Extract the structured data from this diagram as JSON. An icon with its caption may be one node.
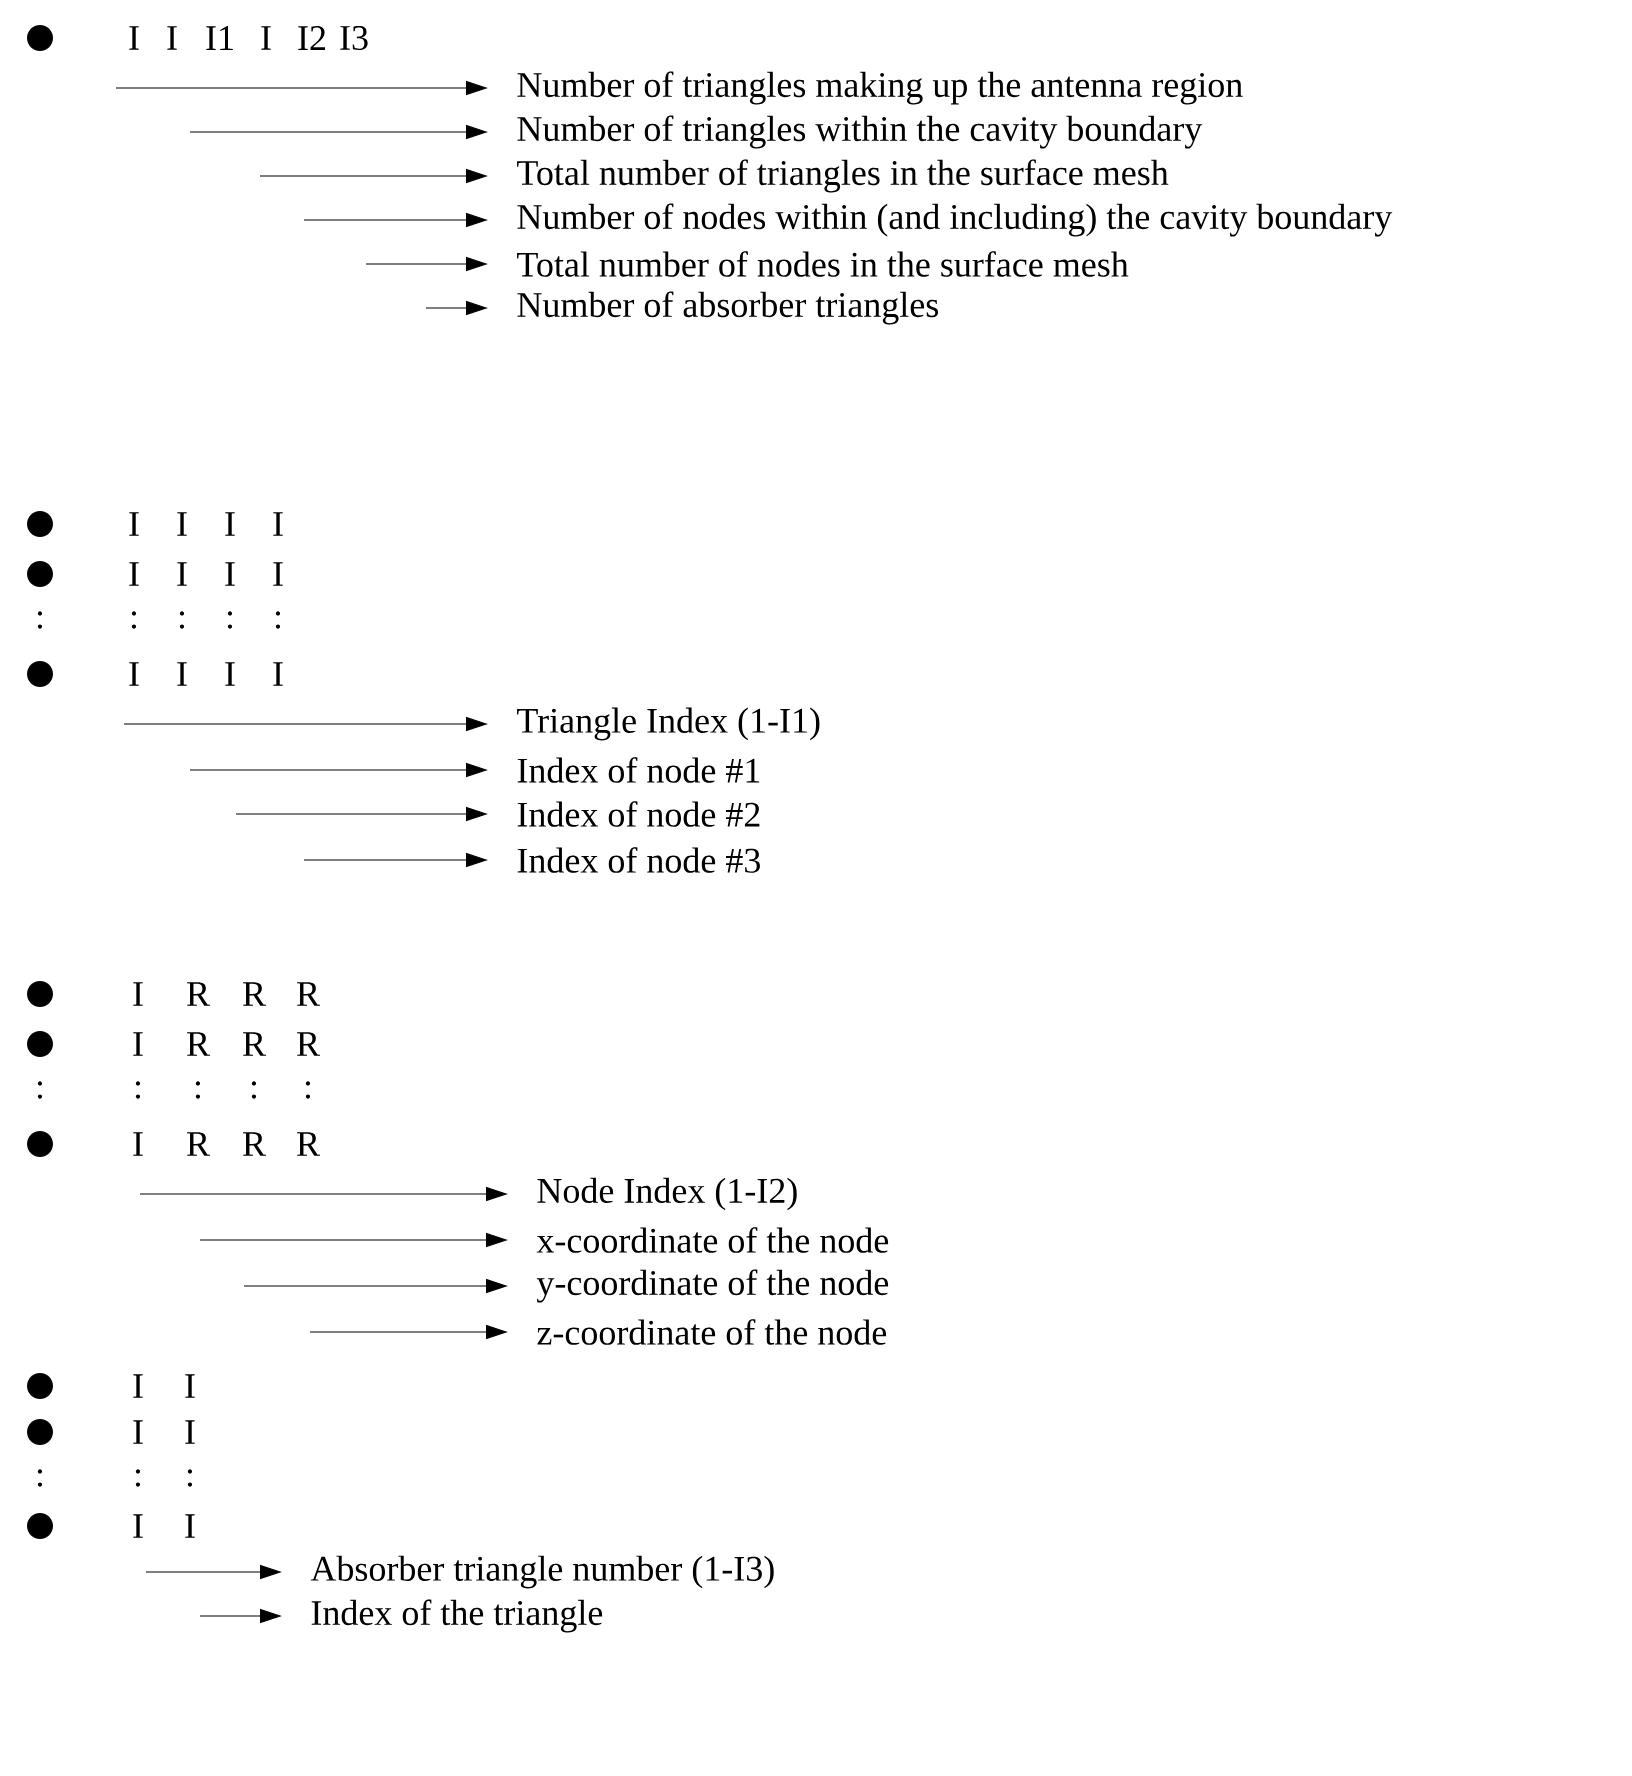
{
  "diagram": {
    "nodes": [
      {
        "text": [
          "Number of triangles making up the antenna region"
        ]
      },
      {
        "text": [
          "Number of triangles within the cavity boundary"
        ]
      },
      {
        "text": [
          "Total number of triangles in the surface mesh"
        ]
      },
      {
        "text": [
          "Number of nodes within (and including) the cavity boundary"
        ]
      },
      {
        "text": [
          "Total number of nodes in the surface mesh"
        ]
      },
      {
        "text": [
          "Number of absorber triangles"
        ]
      },
      {
        "text": [
          "Triangle Index (1-I1)"
        ]
      },
      {
        "text": [
          "Index of node #1"
        ]
      },
      {
        "text": [
          "Index of node #2"
        ]
      },
      {
        "text": [
          "Index of node #3"
        ]
      },
      {
        "text": [
          "Node Index (1-I2)"
        ]
      },
      {
        "text": [
          "x-coordinate of the node"
        ]
      },
      {
        "text": [
          "y-coordinate of the node"
        ]
      },
      {
        "text": [
          "z-coordinate of the node"
        ]
      },
      {
        "text": [
          "Absorber triangle number (1-I3)"
        ]
      },
      {
        "text": [
          "Index of the triangle"
        ]
      }
    ],
    "edges": [
      {
        "from": null,
        "to": 0,
        "arrow": "to"
      },
      {
        "from": null,
        "to": 1,
        "arrow": "to"
      },
      {
        "from": null,
        "to": 2,
        "arrow": "to"
      },
      {
        "from": null,
        "to": 3,
        "arrow": "to"
      },
      {
        "from": null,
        "to": 4,
        "arrow": "to"
      },
      {
        "from": null,
        "to": 5,
        "arrow": "to"
      },
      {
        "from": null,
        "to": 6,
        "arrow": "to"
      },
      {
        "from": null,
        "to": 7,
        "arrow": "to"
      },
      {
        "from": null,
        "to": 8,
        "arrow": "to"
      },
      {
        "from": null,
        "to": 9,
        "arrow": "to"
      },
      {
        "from": null,
        "to": 10,
        "arrow": "to"
      },
      {
        "from": null,
        "to": 11,
        "arrow": "to"
      },
      {
        "from": null,
        "to": 12,
        "arrow": "to"
      },
      {
        "from": null,
        "to": 13,
        "arrow": "to"
      },
      {
        "from": null,
        "to": 14,
        "arrow": "to"
      },
      {
        "from": null,
        "to": 15,
        "arrow": "to"
      }
    ],
    "labels": [
      "I",
      "I",
      "I1",
      "I",
      "I2",
      "I3",
      "I",
      "I",
      "I",
      "I",
      "I",
      "I",
      "I",
      "I",
      ":",
      ":",
      ":",
      ":",
      ":",
      "I",
      "I",
      "I",
      "I",
      "I",
      "R",
      "R",
      "R",
      "I",
      "R",
      "R",
      "R",
      ":",
      ":",
      ":",
      ":",
      ":",
      "I",
      "R",
      "R",
      "R",
      "I",
      "I",
      "I",
      "I",
      ":",
      ":",
      ":",
      "I",
      "I"
    ]
  }
}
